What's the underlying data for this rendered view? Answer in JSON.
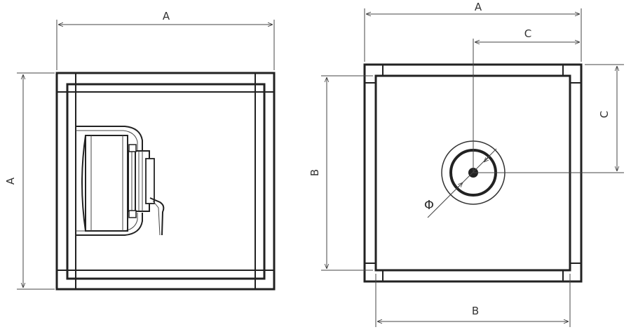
{
  "labels": {
    "left_top": "A",
    "left_side": "A",
    "right_top": "A",
    "right_c_top": "C",
    "right_c_side": "C",
    "right_b_side": "B",
    "right_b_bottom": "B",
    "diameter": "Φ"
  },
  "colors": {
    "line": "#222222",
    "dimension": "#444444",
    "background": "#ffffff"
  }
}
